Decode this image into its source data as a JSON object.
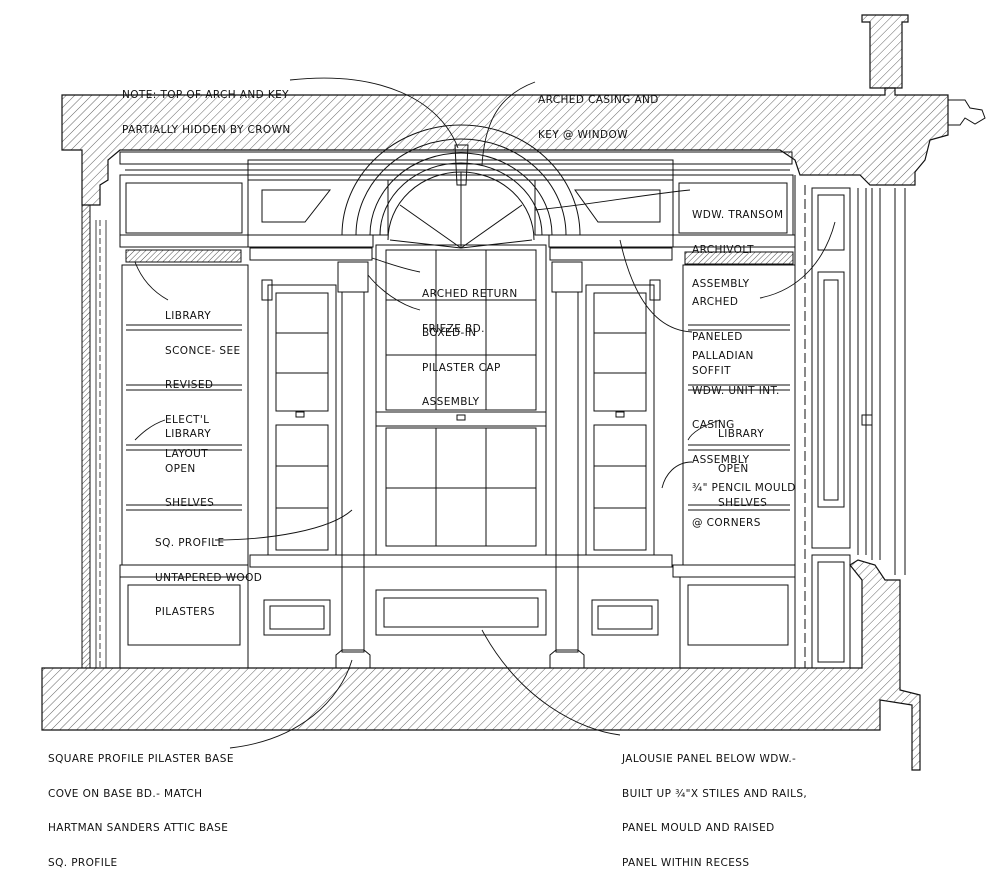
{
  "drawing": {
    "subject": "library window wall",
    "annotations": [
      {
        "id": "note-arch",
        "lines": [
          "NOTE: TOP OF ARCH AND KEY",
          "PARTIALLY HIDDEN BY CROWN"
        ]
      },
      {
        "id": "arched-casing",
        "lines": [
          "ARCHED CASING AND",
          "KEY @ WINDOW"
        ]
      },
      {
        "id": "transom",
        "lines": [
          "WDW. TRANSOM",
          "ARCHIVOLT",
          "ASSEMBLY"
        ]
      },
      {
        "id": "arched-return",
        "lines": [
          "ARCHED RETURN",
          "FRIEZE BD."
        ]
      },
      {
        "id": "sconce",
        "lines": [
          "LIBRARY",
          "SCONCE- SEE",
          "REVISED",
          "ELECT'L",
          "LAYOUT"
        ]
      },
      {
        "id": "pilaster-cap",
        "lines": [
          "BOXED-IN",
          "PILASTER CAP",
          "ASSEMBLY"
        ]
      },
      {
        "id": "soffit",
        "lines": [
          "ARCHED",
          "PANELED",
          "SOFFIT"
        ]
      },
      {
        "id": "palladian",
        "lines": [
          "PALLADIAN",
          "WDW. UNIT INT.",
          "CASING",
          "ASSEMBLY"
        ]
      },
      {
        "id": "shelves-left",
        "lines": [
          "LIBRARY",
          "OPEN",
          "SHELVES"
        ]
      },
      {
        "id": "shelves-right",
        "lines": [
          "LIBRARY",
          "OPEN",
          "SHELVES"
        ]
      },
      {
        "id": "pencil-mould",
        "lines": [
          "¾\" PENCIL MOULD",
          "@ CORNERS"
        ]
      },
      {
        "id": "sq-profile",
        "lines": [
          "SQ. PROFILE",
          "UNTAPERED WOOD",
          "PILASTERS"
        ]
      },
      {
        "id": "pilaster-base",
        "lines": [
          "SQUARE PROFILE PILASTER BASE",
          "COVE ON BASE BD.- MATCH",
          "HARTMAN SANDERS ATTIC BASE",
          "SQ. PROFILE"
        ]
      },
      {
        "id": "jalousie",
        "lines": [
          "JALOUSIE PANEL BELOW WDW.-",
          "BUILT UP ¾\"X STILES AND RAILS,",
          "PANEL MOULD AND RAISED",
          "PANEL WITHIN RECESS"
        ]
      }
    ]
  }
}
